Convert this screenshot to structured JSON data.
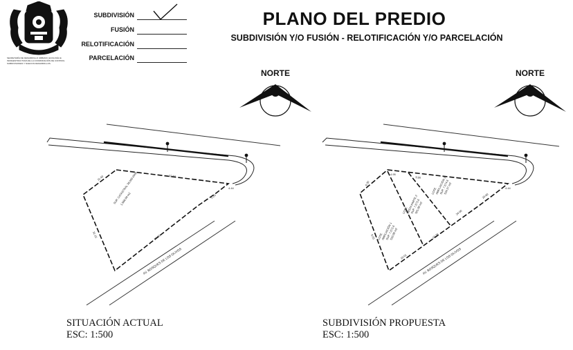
{
  "header": {
    "title": "PLANO DEL PREDIO",
    "subtitle": "SUBDIVISIÓN Y/O FUSIÓN - RELOTIFICACIÓN Y/O PARCELACIÓN",
    "seal_caption": [
      "SECRETARÍA DE DESARROLLO URBANO, ECOLOGÍA E",
      "INFRAESTRUCTURA DE LA COORDINACIÓN DE CONTROL",
      "SUBDIVISIONES Y NUEVOS DESARROLLOS"
    ],
    "checkbox_options": [
      {
        "label": "SUBDIVISIÓN",
        "checked": true
      },
      {
        "label": "FUSIÓN",
        "checked": false
      },
      {
        "label": "RELOTIFICACIÓN",
        "checked": false
      },
      {
        "label": "PARCELACIÓN",
        "checked": false
      }
    ]
  },
  "north_label": "NORTE",
  "plans": [
    {
      "caption_title": "SITUACIÓN ACTUAL",
      "caption_scale": "ESC: 1:500",
      "street_label": "AV. BOSQUES DE LOS OLIVOS",
      "lot_label_lines": [
        "SUP. CATASTRAL 36,000.0000",
        "1,566.99 m2"
      ],
      "edge_labels": [
        "11.40",
        "32.74",
        "4.44",
        "5.20",
        "37.00",
        "31.15"
      ]
    },
    {
      "caption_title": "SUBDIVISIÓN PROPUESTA",
      "caption_scale": "ESC: 1:500",
      "street_label": "AV. BOSQUES DE LOS OLIVOS",
      "lots": [
        {
          "lines": [
            "LOTE",
            "AMPLIACIÓN 1",
            "SUP. 7,572.6",
            "532.00 m2"
          ]
        },
        {
          "lines": [
            "LOTE",
            "MEDIA PARTE 2",
            "SUP. 7,573.6",
            "501.00 m2"
          ]
        },
        {
          "lines": [
            "LOTE",
            "AMPLIACIÓN 3",
            "SUP. 7,574.6",
            "534.37 m2"
          ]
        }
      ],
      "edge_labels": [
        "9.30",
        "4.95",
        "3.90",
        "4.44",
        "29.60",
        "24.00",
        "19.28",
        "10.01",
        "9.05"
      ]
    }
  ]
}
